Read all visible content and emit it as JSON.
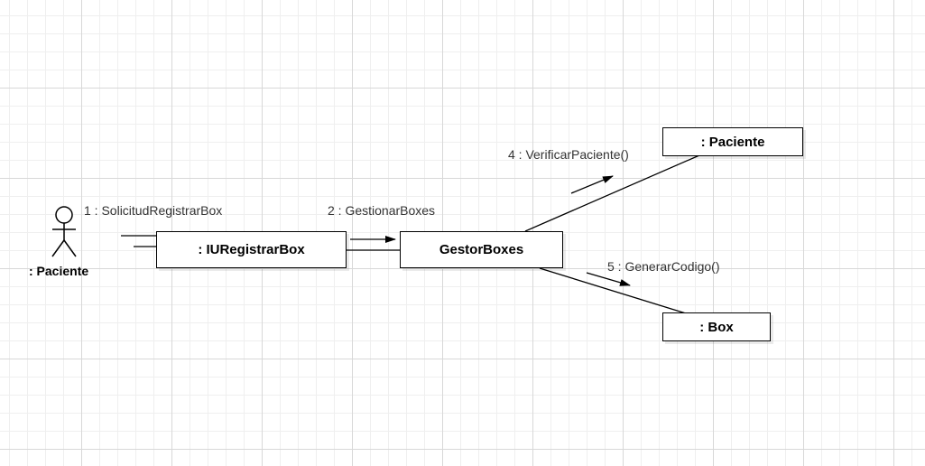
{
  "diagram": {
    "actor": {
      "label": ": Paciente"
    },
    "objects": {
      "ui": ": IURegistrarBox",
      "gestor": "GestorBoxes",
      "paciente": ": Paciente",
      "box": ": Box"
    },
    "messages": {
      "m1": "1 : SolicitudRegistrarBox",
      "m2": "2 : GestionarBoxes",
      "m4": "4 : VerificarPaciente()",
      "m5": "5 : GenerarCodigo()"
    }
  }
}
